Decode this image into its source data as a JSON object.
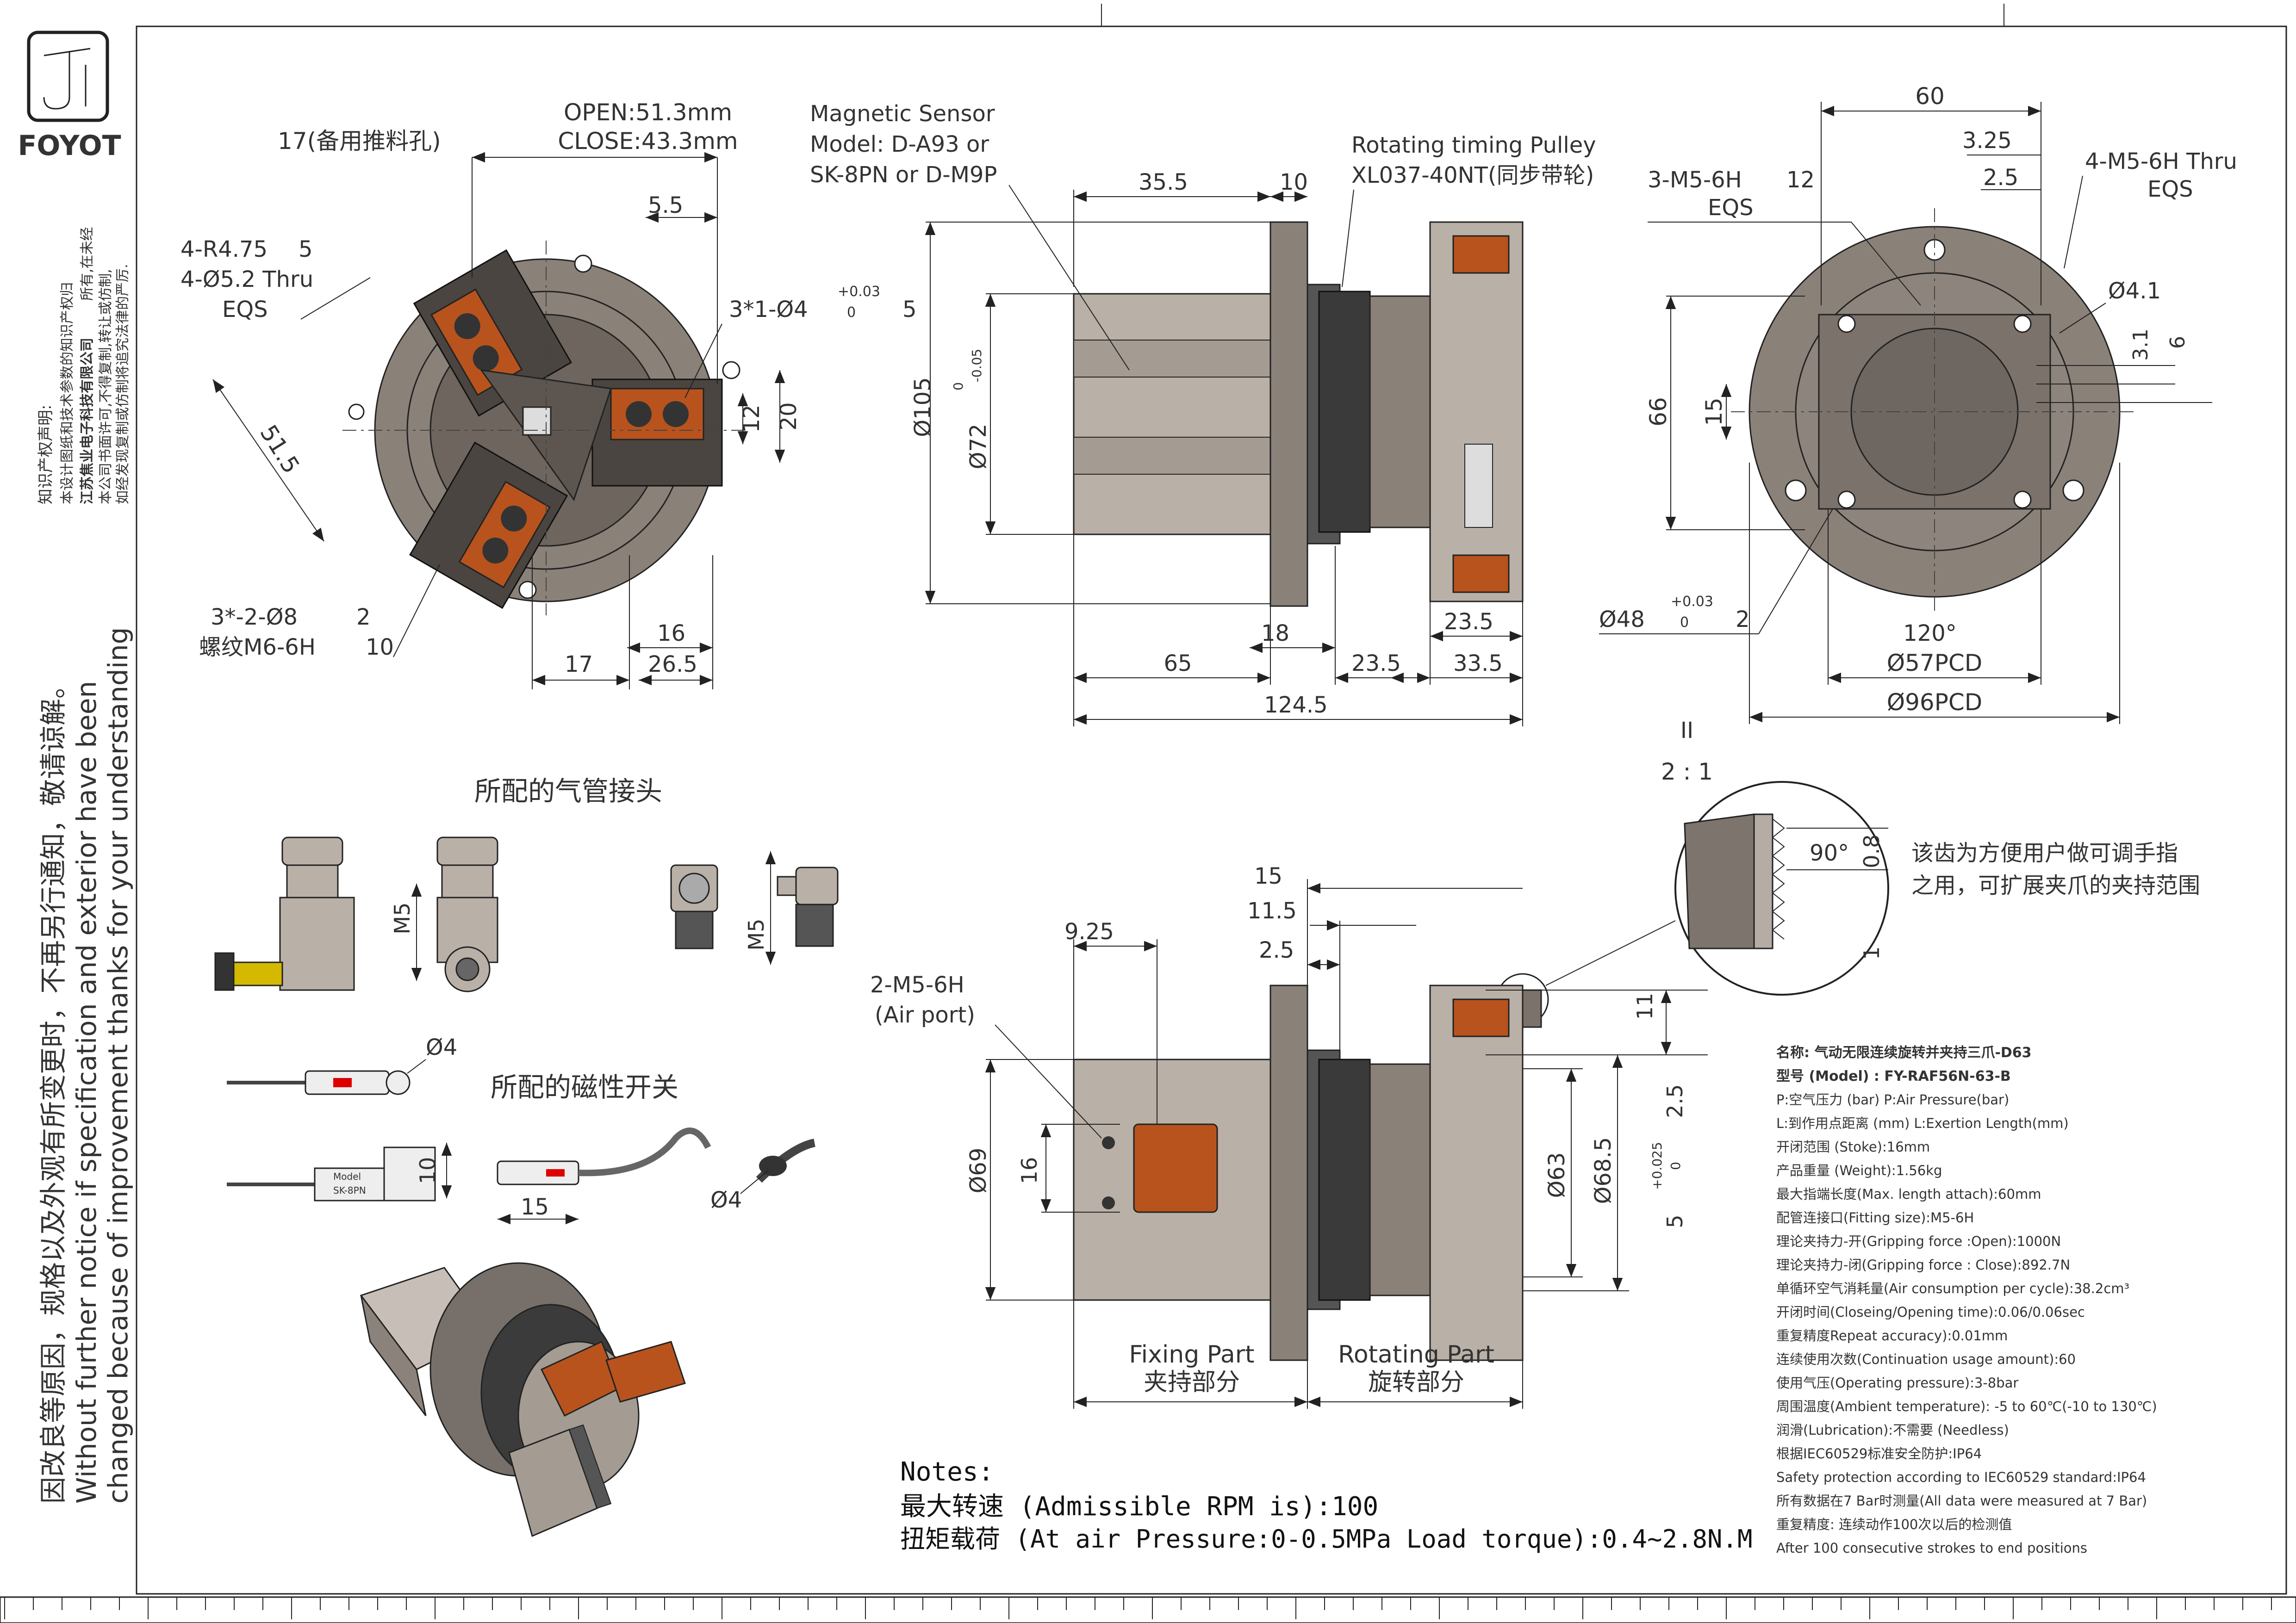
{
  "brand": {
    "name": "FOYOT"
  },
  "side_notes": {
    "copyright_title": "知识产权声明:",
    "copyright_1": "本设计图纸和技术参数的知识产权归",
    "copyright_2": "江苏焦业电子科技有限公司",
    "copyright_3": "所有,在未经",
    "copyright_4": "本公司书面许可,不得复制,转让或仿制,",
    "copyright_5": "如经发现复制或仿制将追究法律的严厉.",
    "change_cn": "因改良等原因，规格以及外观有所变更时，不再另行通知，敬请谅解。",
    "change_en_1": "Without further notice if specification and exterior have been",
    "change_en_2": "changed because of improvement thanks for your understanding"
  },
  "front_view": {
    "open_close_1": "OPEN:51.3mm",
    "open_close_2": "CLOSE:43.3mm",
    "push_hole": "17(备用推料孔)",
    "r_holes_1": "4-R4.75",
    "r_holes_depth": "5",
    "r_holes_2": "4-Ø5.2 Thru",
    "eqs": "EQS",
    "d55": "5.5",
    "pin_hole": "3*1-Ø4",
    "pin_tol_hi": "+0.03",
    "pin_tol_lo": "0",
    "pin_depth": "5",
    "d12": "12",
    "d20": "20",
    "d515": "51.5",
    "c_holes_1": "3*-2-Ø8",
    "c_holes_depth": "2",
    "c_holes_2": "螺纹M6-6H",
    "c_holes_depth2": "10",
    "d16": "16",
    "d17": "17",
    "d265": "26.5"
  },
  "side_view": {
    "sensor_1": "Magnetic Sensor",
    "sensor_2": "Model: D-A93 or",
    "sensor_3": "SK-8PN or D-M9P",
    "pulley_1": "Rotating timing Pulley",
    "pulley_2": "XL037-40NT(同步带轮)",
    "d355": "35.5",
    "d10": "10",
    "d105": "Ø105",
    "d72": "Ø72",
    "d72_tol_hi": "0",
    "d72_tol_lo": "-0.05",
    "d65": "65",
    "d18": "18",
    "d235a": "23.5",
    "d235b": "23.5",
    "d335": "33.5",
    "d1245": "124.5"
  },
  "rear_view": {
    "d60": "60",
    "d325": "3.25",
    "d25": "2.5",
    "m5_1": "3-M5-6H",
    "m5_depth": "12",
    "m5_eqs": "EQS",
    "thru_1": "4-M5-6H Thru",
    "thru_eqs": "EQS",
    "d41": "Ø4.1",
    "d31": "3.1",
    "d6": "6",
    "d66": "66",
    "d15": "15",
    "d48": "Ø48",
    "d48_tol_hi": "+0.03",
    "d48_tol_lo": "0",
    "d48_depth": "2",
    "angle": "120°",
    "pcd57": "Ø57PCD",
    "pcd96": "Ø96PCD"
  },
  "detail": {
    "scale_mark": "II",
    "scale": "2 : 1",
    "angle": "90°",
    "d08": "0.8",
    "d1": "1",
    "note_1": "该齿为方便用户做可调手指",
    "note_2": "之用，可扩展夹爪的夹持范围"
  },
  "fittings": {
    "title": "所配的气管接头",
    "m5a": "M5",
    "m5b": "M5"
  },
  "switches": {
    "title": "所配的磁性开关",
    "d4a": "Ø4",
    "d10": "10",
    "d15": "15",
    "d4b": "Ø4",
    "model_1": "Model",
    "model_2": "SK-8PN"
  },
  "lower_view": {
    "d15": "15",
    "d115": "11.5",
    "d925": "9.25",
    "d25": "2.5",
    "air_1": "2-M5-6H",
    "air_2": "(Air port)",
    "d11": "11",
    "d69": "Ø69",
    "d16": "16",
    "d63": "Ø63",
    "d685": "Ø68.5",
    "d5": "5",
    "d5_tol_hi": "+0.025",
    "d5_tol_lo": "0",
    "d5_depth": "2.5",
    "fixed_en": "Fixing Part",
    "fixed_cn": "夹持部分",
    "rot_en": "Rotating Part",
    "rot_cn": "旋转部分"
  },
  "notes": {
    "title": "Notes:",
    "line_1": "最大转速 (Admissible  RPM is):100",
    "line_2": "扭矩载荷 (At air Pressure:0-0.5MPa Load torque):0.4~2.8N.M"
  },
  "specs": [
    "名称: 气动无限连续旋转并夹持三爪-D63",
    "型号 (Model) : FY-RAF56N-63-B",
    "P:空气压力 (bar) P:Air Pressure(bar)",
    "L:到作用点距离 (mm) L:Exertion Length(mm)",
    "开闭范围 (Stoke):16mm",
    "产品重量 (Weight):1.56kg",
    "最大指端长度(Max. length attach):60mm",
    "配管连接口(Fitting size):M5-6H",
    "理论夹持力-开(Gripping force :Open):1000N",
    "理论夹持力-闭(Gripping force : Close):892.7N",
    "单循环空气消耗量(Air consumption per cycle):38.2cm³",
    "开闭时间(Closeing/Opening time):0.06/0.06sec",
    "重复精度Repeat accuracy):0.01mm",
    "连续使用次数(Continuation usage amount):60",
    "使用气压(Operating pressure):3-8bar",
    "周围温度(Ambient temperature): -5 to 60℃(-10 to 130℃)",
    "润滑(Lubrication):不需要 (Needless)",
    "根据IEC60529标准安全防护:IP64",
    "Safety protection according to IEC60529 standard:IP64",
    "所有数据在7 Bar时测量(All data were measured at 7 Bar)",
    "重复精度: 连续动作100次以后的检测值",
    "After 100 consecutive strokes to end positions"
  ]
}
